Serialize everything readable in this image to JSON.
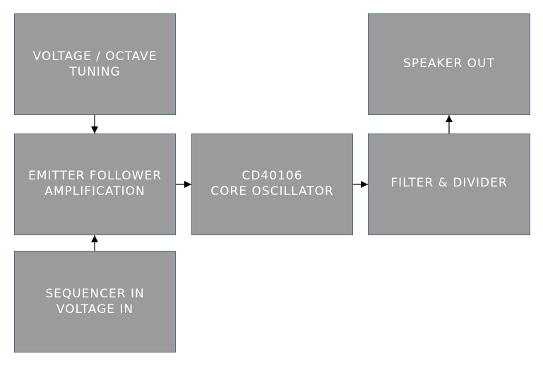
{
  "blocks": {
    "tuning": {
      "lines": [
        "VOLTAGE / OCTAVE",
        "TUNING"
      ]
    },
    "speaker": {
      "lines": [
        "SPEAKER OUT"
      ]
    },
    "emitter": {
      "lines": [
        "EMITTER FOLLOWER",
        "AMPLIFICATION"
      ]
    },
    "oscillator": {
      "lines": [
        "CD40106",
        "CORE OSCILLATOR"
      ]
    },
    "filter": {
      "lines": [
        "FILTER & DIVIDER"
      ]
    },
    "sequencer": {
      "lines": [
        "SEQUENCER IN",
        "VOLTAGE IN"
      ]
    }
  },
  "colors": {
    "block_fill": "#9b9b9b",
    "block_border": "#4d6a8a",
    "text": "#ffffff",
    "arrow": "#000000"
  }
}
